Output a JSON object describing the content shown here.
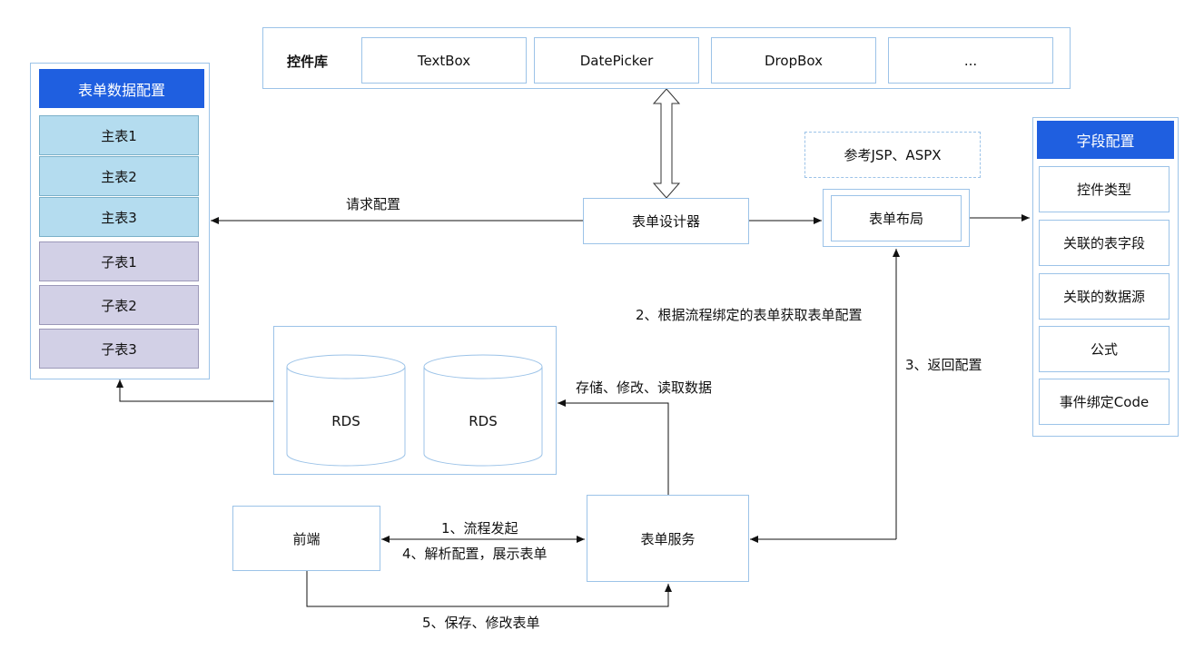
{
  "control_library": {
    "title": "控件库",
    "items": [
      "TextBox",
      "DatePicker",
      "DropBox",
      "..."
    ]
  },
  "form_data_config": {
    "header": "表单数据配置",
    "main_tables": [
      "主表1",
      "主表2",
      "主表3"
    ],
    "sub_tables": [
      "子表1",
      "子表2",
      "子表3"
    ]
  },
  "field_config": {
    "header": "字段配置",
    "items": [
      "控件类型",
      "关联的表字段",
      "关联的数据源",
      "公式",
      "事件绑定Code"
    ]
  },
  "designer": {
    "label": "表单设计器"
  },
  "layout": {
    "label": "表单布局",
    "ref_note": "参考JSP、ASPX"
  },
  "storage": {
    "db1": "RDS",
    "db2": "RDS"
  },
  "frontend": {
    "label": "前端"
  },
  "form_service": {
    "label": "表单服务"
  },
  "edges": {
    "request_config": "请求配置",
    "get_config": "2、根据流程绑定的表单获取表单配置",
    "return_config": "3、返回配置",
    "store_data": "存储、修改、读取数据",
    "start_flow": "1、流程发起",
    "parse_config": "4、解析配置，展示表单",
    "save_form": "5、保存、修改表单"
  },
  "colors": {
    "accent": "#1f5fe0",
    "border": "#9cc3e8",
    "main_table": "#b4dcef",
    "sub_table": "#d2d0e6"
  }
}
